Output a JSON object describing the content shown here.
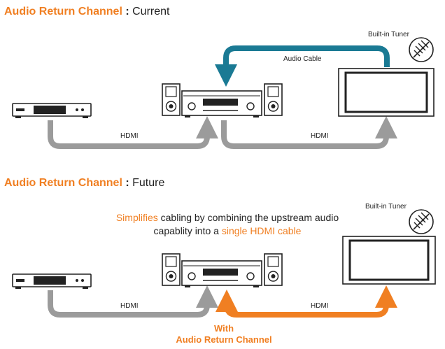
{
  "current": {
    "title_main": "Audio Return Channel",
    "title_sep": " : ",
    "title_suffix": "Current",
    "tuner_label": "Built-in Tuner",
    "audio_cable_label": "Audio Cable",
    "hdmi_left_label": "HDMI",
    "hdmi_right_label": "HDMI"
  },
  "future": {
    "title_main": "Audio Return Channel",
    "title_sep": " : ",
    "title_suffix": "Future",
    "tuner_label": "Built-in Tuner",
    "desc_part1": "Simplifies",
    "desc_part2": " cabling by combining the upstream audio capablity into a ",
    "desc_part3": "single HDMI cable",
    "hdmi_left_label": "HDMI",
    "hdmi_right_label": "HDMI",
    "with_line1": "With",
    "with_line2": "Audio Return Channel"
  },
  "colors": {
    "accent": "#f07f22",
    "audio_cable": "#1a7a94",
    "hdmi_cable": "#9b9b9b",
    "device_outline": "#222222"
  },
  "icons": [
    "set-top-box-icon",
    "av-receiver-icon",
    "speaker-icon",
    "tv-icon",
    "antenna-icon"
  ]
}
